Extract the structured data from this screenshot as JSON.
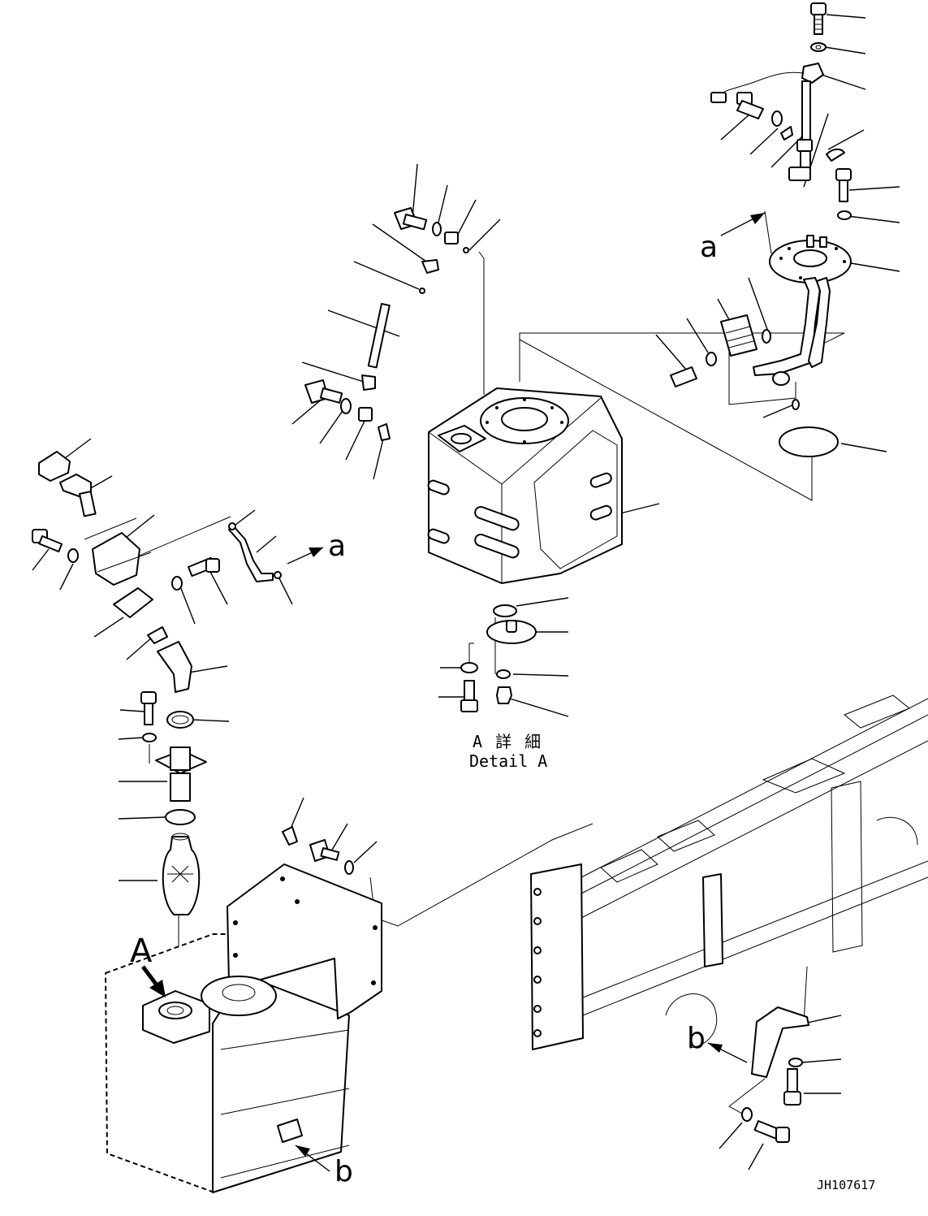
{
  "callouts": {
    "detail_a_jp": "A 詳 細",
    "detail_a_en": "Detail A",
    "view_a": "A",
    "ref_a_top": "a",
    "ref_a_mid": "a",
    "ref_b_mid": "b",
    "ref_b_bottom": "b"
  },
  "drawing_number": "JH107617"
}
